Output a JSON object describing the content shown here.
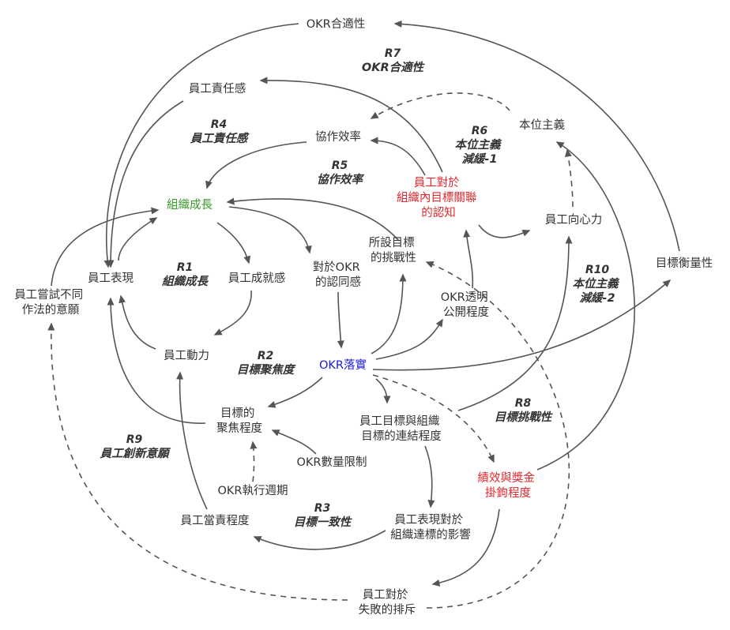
{
  "colors": {
    "default": "#333333",
    "edge": "#555555",
    "green": "#3a9a2a",
    "blue": "#1a1adc",
    "red": "#e0282e"
  },
  "nodes": {
    "okr_fit": "OKR合適性",
    "responsibility": "員工責任感",
    "collaboration": "協作效率",
    "silo": "本位主義",
    "perception": [
      "員工對於",
      "組織內目標關聯",
      "的認知"
    ],
    "org_growth": "組織成長",
    "cohesion": "員工向心力",
    "challenge": [
      "所設目標",
      "的挑戰性"
    ],
    "measurability": "目標衡量性",
    "performance": "員工表現",
    "achievement": "員工成就感",
    "identification": [
      "對於OKR",
      "的認同感"
    ],
    "transparency": [
      "OKR透明",
      "公開程度"
    ],
    "try_new": [
      "員工嘗試不同",
      "作法的意願"
    ],
    "motivation": "員工動力",
    "okr_landing": "OKR落實",
    "focus": [
      "目標的",
      "聚焦程度"
    ],
    "alignment": [
      "員工目標與組織",
      "目標的連結程度"
    ],
    "okr_limit": "OKR數量限制",
    "compensation": [
      "績效與獎金",
      "掛鉤程度"
    ],
    "cycle": "OKR執行週期",
    "ownership": "員工當責程度",
    "impact": [
      "員工表現對於",
      "組織達標的影響"
    ],
    "fear": [
      "員工對於",
      "失敗的排斥"
    ]
  },
  "loops": {
    "r7": {
      "id": "R7",
      "name": "OKR合適性"
    },
    "r4": {
      "id": "R4",
      "name": "員工責任感"
    },
    "r6": {
      "id": "R6",
      "name": [
        "本位主義",
        "減緩-1"
      ]
    },
    "r5": {
      "id": "R5",
      "name": "協作效率"
    },
    "r1": {
      "id": "R1",
      "name": "組織成長"
    },
    "r10": {
      "id": "R10",
      "name": [
        "本位主義",
        "減緩-2"
      ]
    },
    "r2": {
      "id": "R2",
      "name": "目標聚焦度"
    },
    "r8": {
      "id": "R8",
      "name": "目標挑戰性"
    },
    "r9": {
      "id": "R9",
      "name": "員工創新意願"
    },
    "r3": {
      "id": "R3",
      "name": "目標一致性"
    }
  }
}
